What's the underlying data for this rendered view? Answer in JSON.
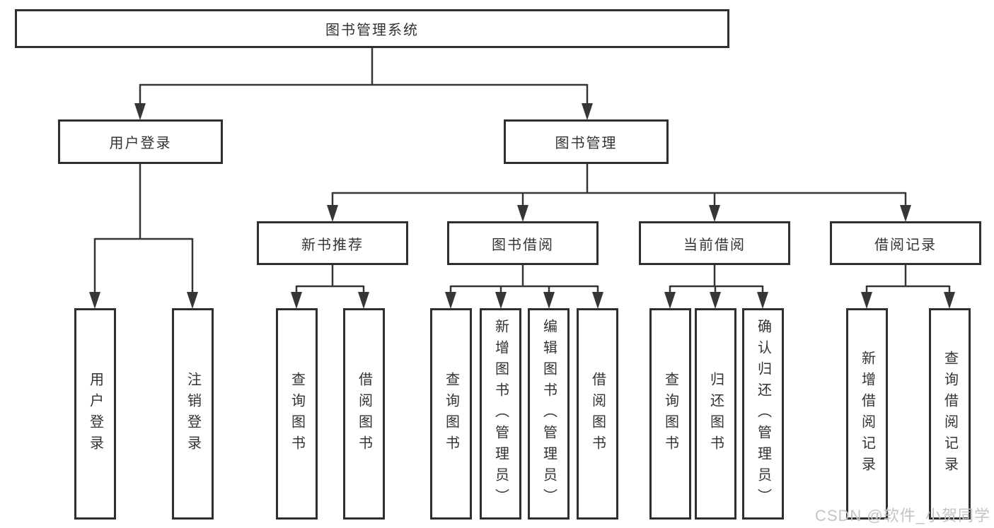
{
  "tree": {
    "root": {
      "label": "图书管理系统"
    },
    "user_login": {
      "label": "用户登录",
      "children": {
        "login": "用户登录",
        "logout": "注销登录"
      }
    },
    "book_mgmt": {
      "label": "图书管理",
      "sections": {
        "new_book_rec": {
          "label": "新书推荐",
          "children": {
            "query_books": "查询图书",
            "borrow_books": "借阅图书"
          }
        },
        "book_borrow": {
          "label": "图书借阅",
          "children": {
            "query_books": "查询图书",
            "add_books": "新增图书（管理员）",
            "edit_books": "编辑图书（管理员）",
            "borrow_books": "借阅图书"
          }
        },
        "current_borrow": {
          "label": "当前借阅",
          "children": {
            "query_books": "查询图书",
            "return_books": "归还图书",
            "confirm_return": "确认归还（管理员）"
          }
        },
        "borrow_records": {
          "label": "借阅记录",
          "children": {
            "add_record": "新增借阅记录",
            "query_record": "查询借阅记录"
          }
        }
      }
    }
  },
  "watermark": {
    "text": "CSDN @软件_小贺同学"
  },
  "colors": {
    "line": "#363636",
    "box_border": "#2f2f2f",
    "text": "#333333",
    "watermark": "#c4c4c4",
    "background": "#ffffff"
  }
}
